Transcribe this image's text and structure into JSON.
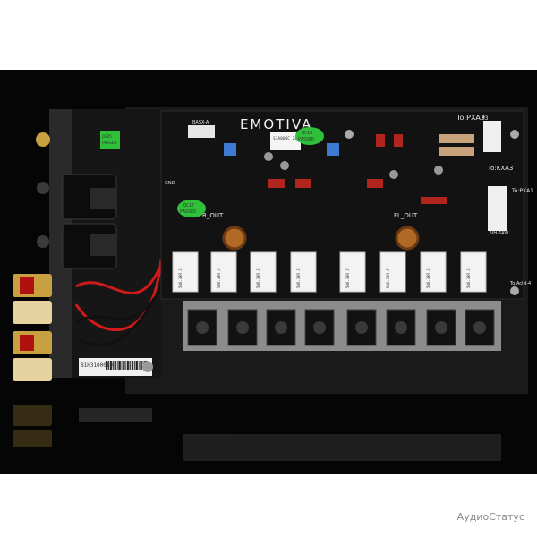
{
  "board": {
    "brand": "EMOTIVA",
    "model": "BASX-A",
    "label_to_pxa3": "To:PXA3",
    "label_p3": "P3",
    "label_to_kxa3": "To:KXA3",
    "label_to_pxa1": "To:PXA1",
    "label_vh6aw": "VH-6AW",
    "label_gnd": "GND",
    "label_fr_out": "FR_OUT",
    "label_fl_out": "FL_OUT",
    "label_to_acin": "To:AcIN-4"
  },
  "qc_stickers": [
    {
      "line1": "QC10",
      "line2": "PASSED"
    },
    {
      "line1": "QC17",
      "line2": "PASSED"
    },
    {
      "line1": "QC05",
      "line2": "PASSED"
    }
  ],
  "resistor_label": "5W0.33R J",
  "barcode_text": "B1H3100010",
  "white_tag": "S3A004C\n20K",
  "watermark": "АудиоСтатус",
  "colors": {
    "background": "#ffffff",
    "frame": "#050505",
    "pcb": "#121212",
    "heatsink": "#8c8c8c",
    "qc_green": "#2fc13a",
    "wire_red": "#d11a1a",
    "gold": "#c9a040"
  }
}
